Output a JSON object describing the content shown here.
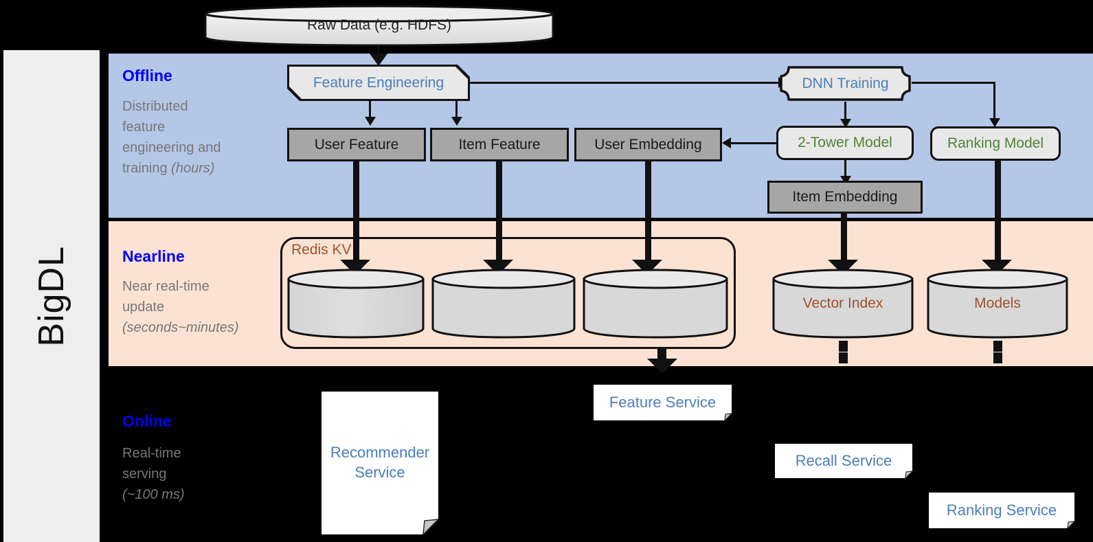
{
  "framework": {
    "label": "BigDL"
  },
  "colors": {
    "offline_band": "#b4c7e7",
    "nearline_band": "#fbe2d2",
    "online_band": "#000000",
    "stage_title": "#0000ff",
    "stage_desc": "#777777",
    "blue_text": "#4a7ebb",
    "green_text": "#548235",
    "brown_text": "#a0522d",
    "gray_box": "#a6a6a6",
    "proc_box": "#e8e8e8",
    "panel": "#eeeeee"
  },
  "source": {
    "label": "Raw Data (e.g. HDFS)"
  },
  "stages": [
    {
      "id": "offline",
      "title": "Offline",
      "desc_line1": "Distributed",
      "desc_line2": "feature",
      "desc_line3": "engineering and",
      "desc_line4": "training ",
      "desc_italic": "(hours)"
    },
    {
      "id": "nearline",
      "title": "Nearline",
      "desc_line1": "Near real-time",
      "desc_line2": "update",
      "desc_italic": "(seconds~minutes)"
    },
    {
      "id": "online",
      "title": "Online",
      "desc_line1": "Real-time",
      "desc_line2": "serving",
      "desc_italic": "(~100 ms)"
    }
  ],
  "offline": {
    "feature_engineering": "Feature Engineering",
    "dnn_training": "DNN Training",
    "user_feature": "User Feature",
    "item_feature": "Item Feature",
    "user_embedding": "User Embedding",
    "two_tower_model": "2-Tower Model",
    "ranking_model": "Ranking Model",
    "item_embedding": "Item Embedding"
  },
  "nearline": {
    "redis_kv": "Redis KV",
    "store_user_feature": "",
    "store_item_feature": "",
    "store_user_embedding": "",
    "vector_index": "Vector Index",
    "models": "Models"
  },
  "online": {
    "recommender_service": "Recommender Service",
    "feature_service": "Feature Service",
    "recall_service": "Recall Service",
    "ranking_service": "Ranking Service"
  }
}
